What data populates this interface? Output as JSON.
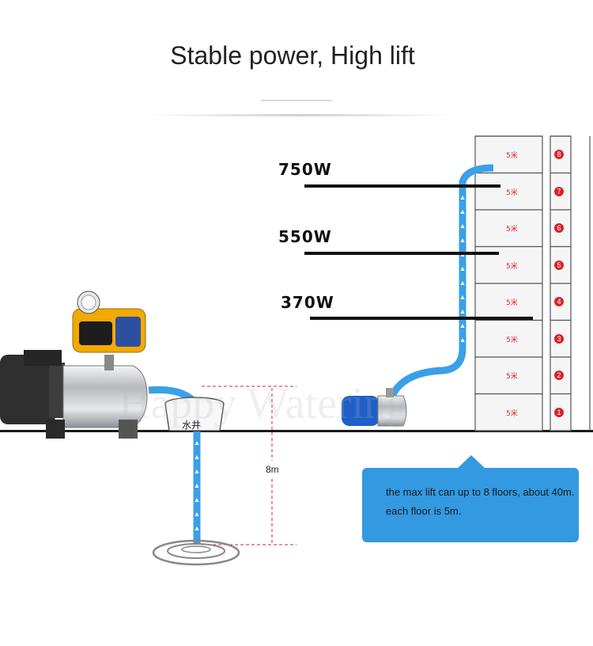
{
  "title": "Stable power, High lift",
  "power_levels": [
    {
      "label": "750W"
    },
    {
      "label": "550W"
    },
    {
      "label": "370W"
    }
  ],
  "well": {
    "label": "水井",
    "depth_label": "8m"
  },
  "building": {
    "floor_height_label": "5米",
    "floors": [
      "1",
      "2",
      "3",
      "4",
      "5",
      "6",
      "7",
      "8"
    ]
  },
  "callout": {
    "text": "the max lift can up to 8 floors, about 40m.  each floor is 5m."
  },
  "watermark": "Happy Watering",
  "colors": {
    "pipe": "#3aa0e8",
    "callout": "#3399e0",
    "marker": "#d8232a",
    "pump_body": "#c9ccd0",
    "controller": "#f2a900",
    "motor": "#2f2f2f",
    "small_pump": "#1e5fc8"
  }
}
